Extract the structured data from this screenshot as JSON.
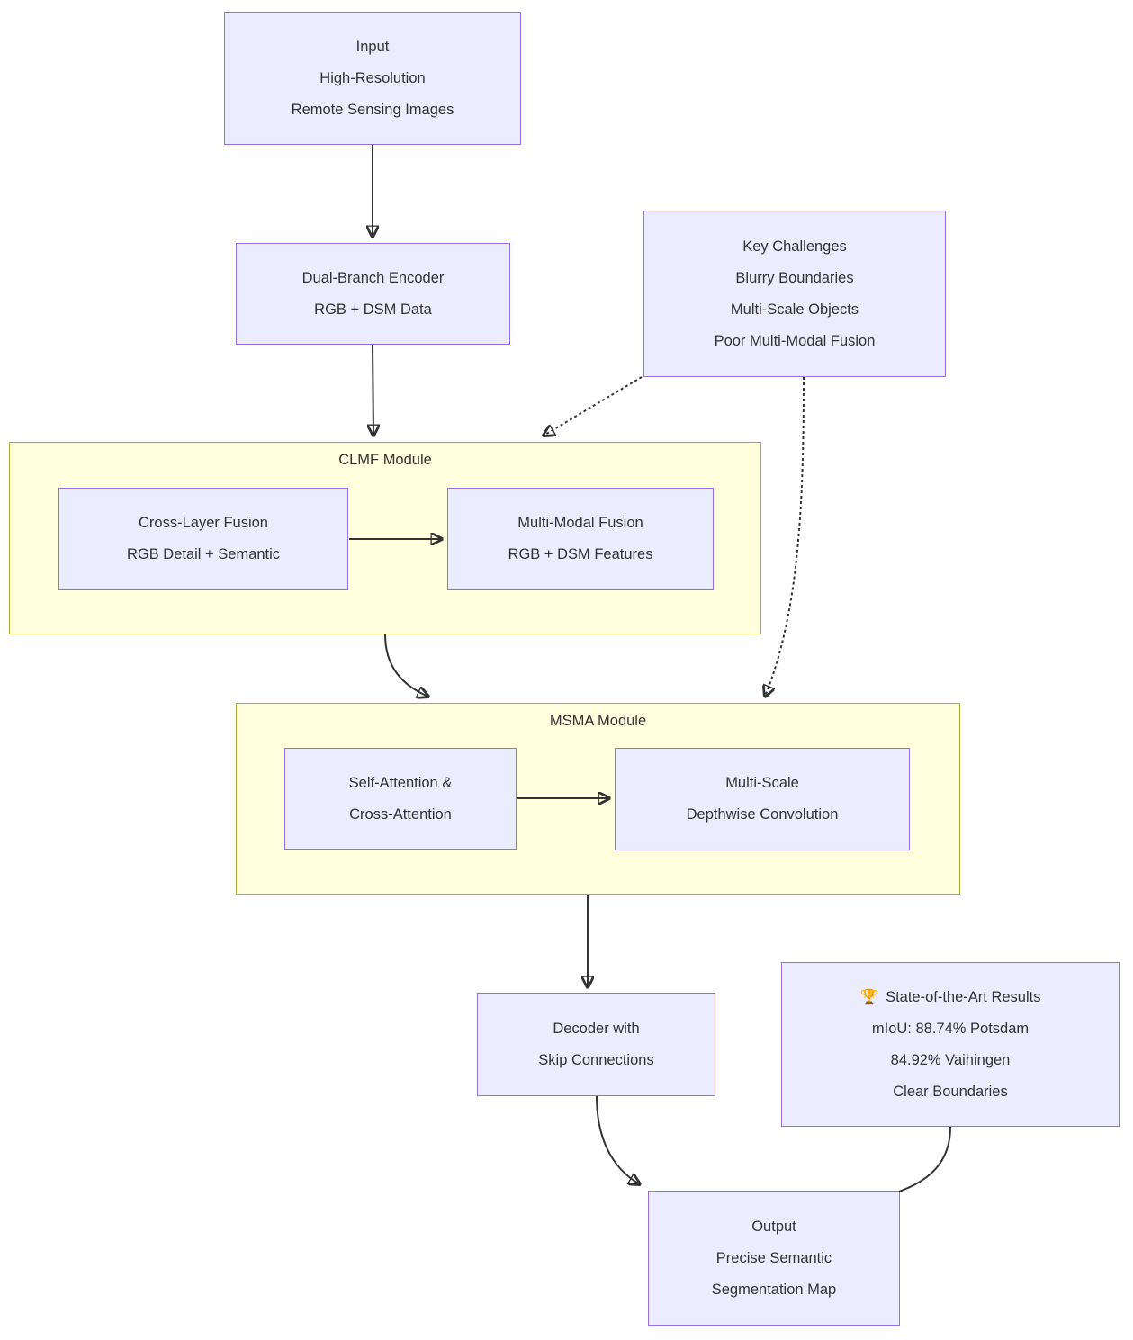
{
  "diagram": {
    "type": "flowchart",
    "colors": {
      "node_fill": "#ECECFF",
      "node_border": "#9370DB",
      "cluster_fill": "#FFFFDE",
      "cluster_border": "#AAAA33",
      "text": "#333333",
      "edge": "#333333"
    },
    "clusters": {
      "clmf": {
        "label": "CLMF Module"
      },
      "msma": {
        "label": "MSMA Module"
      }
    },
    "nodes": {
      "input": {
        "lines": [
          "Input",
          "High-Resolution",
          "Remote Sensing Images"
        ]
      },
      "encoder": {
        "lines": [
          "Dual-Branch Encoder",
          "RGB + DSM Data"
        ]
      },
      "challenges": {
        "lines": [
          "Key Challenges",
          "Blurry Boundaries",
          "Multi-Scale Objects",
          "Poor Multi-Modal Fusion"
        ]
      },
      "cross_layer": {
        "lines": [
          "Cross-Layer Fusion",
          "RGB Detail + Semantic"
        ]
      },
      "multi_modal": {
        "lines": [
          "Multi-Modal Fusion",
          "RGB + DSM Features"
        ]
      },
      "self_attention": {
        "lines": [
          "Self-Attention &",
          "Cross-Attention"
        ]
      },
      "multi_scale": {
        "lines": [
          "Multi-Scale",
          "Depthwise Convolution"
        ]
      },
      "decoder": {
        "lines": [
          "Decoder with",
          "Skip Connections"
        ]
      },
      "results": {
        "icon": "🏆",
        "lines": [
          "State-of-the-Art Results",
          "mIoU: 88.74% Potsdam",
          "84.92% Vaihingen",
          "Clear Boundaries"
        ]
      },
      "output": {
        "lines": [
          "Output",
          "Precise Semantic",
          "Segmentation Map"
        ]
      }
    }
  }
}
